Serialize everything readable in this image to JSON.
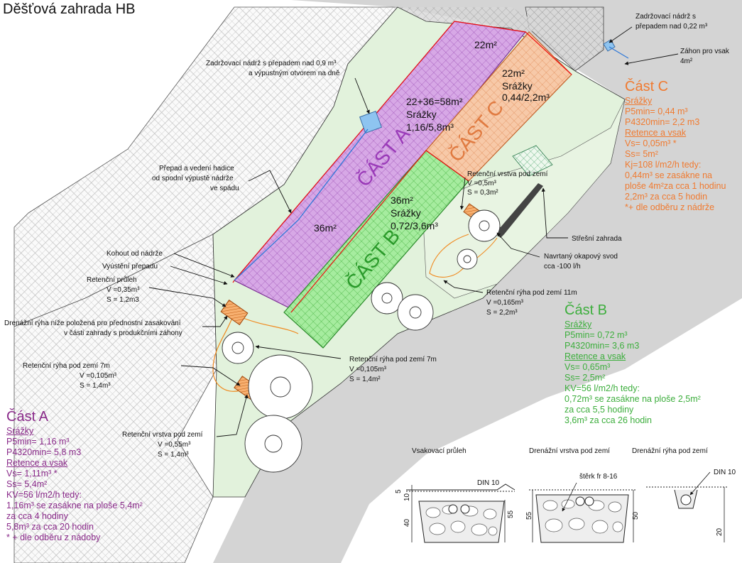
{
  "title": "Děšťová zahrada HB",
  "parts": {
    "A": {
      "label": "ČÁST A",
      "area_main": "22+36=58m²",
      "sub_label": "Srážky",
      "sub_value": "1,16/5,8m³",
      "area_lower": "36m²"
    },
    "B": {
      "label": "ČÁST B",
      "area": "36m²",
      "sub_label": "Srážky",
      "sub_value": "0,72/3,6m³"
    },
    "C": {
      "label": "ČÁST C",
      "area": "22m²",
      "sub_label": "Srážky",
      "sub_value": "0,44/2,2m³"
    },
    "top_area": "22m²"
  },
  "annotations": {
    "tank_c_1": "Zadržovací nádrž s",
    "tank_c_2": "přepadem nad 0,22 m³",
    "bed_c_1": "Záhon pro vsak",
    "bed_c_2": "4m²",
    "tank_a_1": "Zadržovací nádrž s přepadem nad 0,9 m³",
    "tank_a_2": "a výpustným otvorem na dně",
    "overflow_1": "Přepad a vedení hadice",
    "overflow_2": "od spodní výpustě nádrže",
    "overflow_3": "ve spádu",
    "tap": "Kohout od nádrže",
    "outlet": "Vyústění přepadu",
    "passage_1": "Retenční průleh",
    "passage_2": "V =0,35m³",
    "passage_3": "S = 1,2m3",
    "drain_1": "Drenážní rýha níže položená pro přednostní zasakování",
    "drain_2": "v části zahrady s produkčními  záhony",
    "trench7L_1": "Retenční rýha pod zemí 7m",
    "trench7L_2": "V =0,105m³",
    "trench7L_3": "S = 1,4m³",
    "trench7R_1": "Retenční rýha pod zemí  7m",
    "trench7R_2": "V =0,105m³",
    "trench7R_3": "S = 1,4m²",
    "layer_low_1": "Retenční vrstva pod zemí",
    "layer_low_2": "V =0,55m³",
    "layer_low_3": "S = 1,4m³",
    "layer_b_1": "Retenční vrstva pod zemí",
    "layer_b_2": "V =0,5m³",
    "layer_b_3": "S = 0,3m²",
    "roof_garden": "Střešní zahrada",
    "downpipe_1": "Navrtaný okapový svod",
    "downpipe_2": "cca -100 l/h",
    "trench11_1": "Retenční rýha pod zemí  11m",
    "trench11_2": "V =0,165m³",
    "trench11_3": "S = 2,2m³"
  },
  "panelA": {
    "title": "Část A",
    "lines": [
      "Srážky",
      "P5min= 1,16 m³",
      "P4320min= 5,8 m3",
      "Retence a vsak",
      "Vs= 1,11m³ *",
      "Ss= 5,4m²",
      "KV=56 l/m2/h tedy:",
      "1,16m³ se zasákne na ploše 5,4m²",
      "za cca 4 hodiny",
      "5,8m³ za cca 20 hodin",
      "* + dle odběru z nádoby"
    ]
  },
  "panelB": {
    "title": "Část B",
    "lines": [
      "Srážky",
      "P5min= 0,72 m³",
      "P4320min= 3,6 m3",
      "Retence a vsak",
      "Vs= 0,65m³",
      "Ss= 2,5m²",
      "KV=56 l/m2/h tedy:",
      "0,72m³ se zasákne na ploše 2,5m²",
      "za cca 5,5 hodiny",
      "3,6m³ za cca 26 hodin"
    ]
  },
  "panelC": {
    "title": "Část C",
    "lines": [
      "Srážky",
      "P5min= 0,44 m³",
      "P4320min= 2,2 m3",
      "Retence a vsak",
      "Vs= 0,05m³ *",
      "Ss= 5m²",
      "Kj=108 l/m2/h tedy:",
      "0,44m³ se zasákne na",
      "ploše 4m²za cca 1 hodinu",
      "2,2m³ za cca 5 hodin",
      "*+ dle odběru z nádrže"
    ]
  },
  "sections": {
    "s1_title": "Vsakovací průleh",
    "s2_title": "Drenážní vrstva pod zemí",
    "s3_title": "Drenážní rýha pod zemí",
    "din10_a": "DIN 10",
    "din10_b": "DIN 10",
    "gravel": "štěrk fr 8-16",
    "dims": [
      "5",
      "10",
      "40",
      "55",
      "55",
      "50",
      "20"
    ]
  },
  "colors": {
    "partA": "#b070c8",
    "partB": "#5ad05a",
    "partC": "#f0a070",
    "garden": "#e2f2dc",
    "road": "#cfcfcf",
    "labelA": "#8a2a8a",
    "labelB": "#3dae3d",
    "labelC": "#f07a30"
  }
}
